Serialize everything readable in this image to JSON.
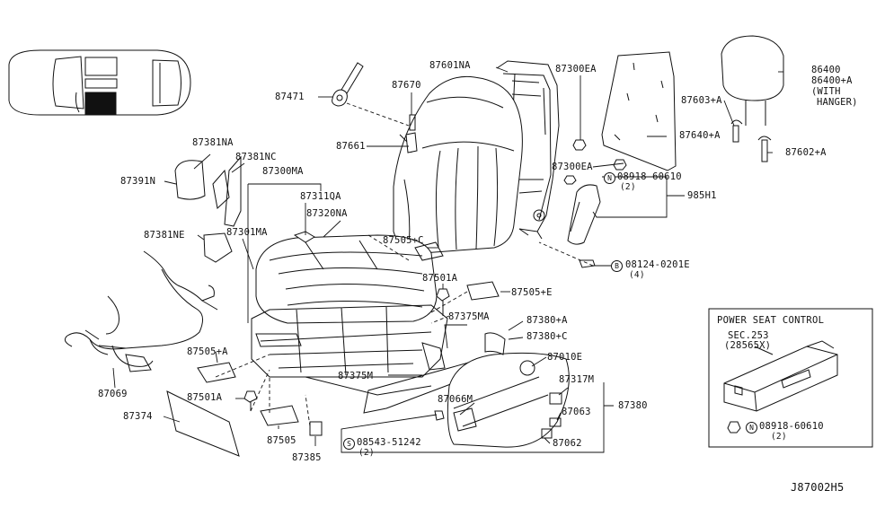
{
  "labels": {
    "p87601NA": "87601NA",
    "p87300EA_top": "87300EA",
    "p86400": "86400",
    "p86400A": "86400+A",
    "with": "(WITH",
    "hanger": "HANGER)",
    "p87471": "87471",
    "p87670": "87670",
    "p87603A": "87603+A",
    "p87661": "87661",
    "p87640A": "87640+A",
    "p87602A": "87602+A",
    "p87381NA": "87381NA",
    "p87381NC": "87381NC",
    "p87300EA_mid": "87300EA",
    "p87300MA": "87300MA",
    "p87391N": "87391N",
    "p08918_top": "08918-60610",
    "p08918_top_qty": "(2)",
    "p985H1": "985H1",
    "p87311QA": "87311QA",
    "p87320NA": "87320NA",
    "p87381NE": "87381NE",
    "p87301MA": "87301MA",
    "p87505C": "87505+C",
    "p08124": "08124-0201E",
    "p08124_qty": "(4)",
    "p87501A_top": "87501A",
    "p87505E": "87505+E",
    "p87375MA": "87375MA",
    "p87380A": "87380+A",
    "p87380C": "87380+C",
    "p87505A": "87505+A",
    "p87069": "87069",
    "p87375M": "87375M",
    "p87010E": "87010E",
    "p87501A_bot": "87501A",
    "p87066M": "87066M",
    "p87317M": "87317M",
    "p87380": "87380",
    "p87374": "87374",
    "p87063": "87063",
    "p87505": "87505",
    "p08543": "08543-51242",
    "p08543_qty": "(2)",
    "p87062": "87062",
    "p87385": "87385"
  },
  "markers": {
    "n": "N",
    "b": "B",
    "s": "S"
  },
  "inset": {
    "title": "POWER SEAT CONTROL",
    "sec": "SEC.253",
    "sec_part": "(28565X)",
    "bolt": "08918-60610",
    "bolt_qty": "(2)"
  },
  "diagram_code": "J87002H5",
  "colors": {
    "ink": "#111111",
    "background": "#ffffff",
    "highlight": "#111111"
  }
}
